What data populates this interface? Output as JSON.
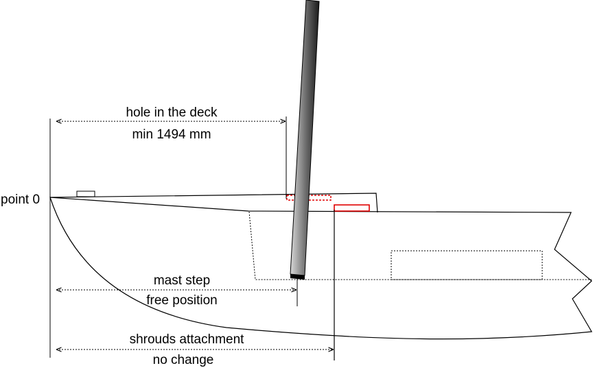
{
  "labels": {
    "point_zero": "point 0",
    "hole_title": "hole in the deck",
    "hole_value": "min 1494 mm",
    "mast_step_title": "mast step",
    "mast_step_value": "free position",
    "shrouds_title": "shrouds attachment",
    "shrouds_value": "no change"
  },
  "colors": {
    "outline": "#000000",
    "highlight": "#e00000",
    "mast_dark": "#1a1a1a",
    "mast_light": "#d8d8d8"
  }
}
